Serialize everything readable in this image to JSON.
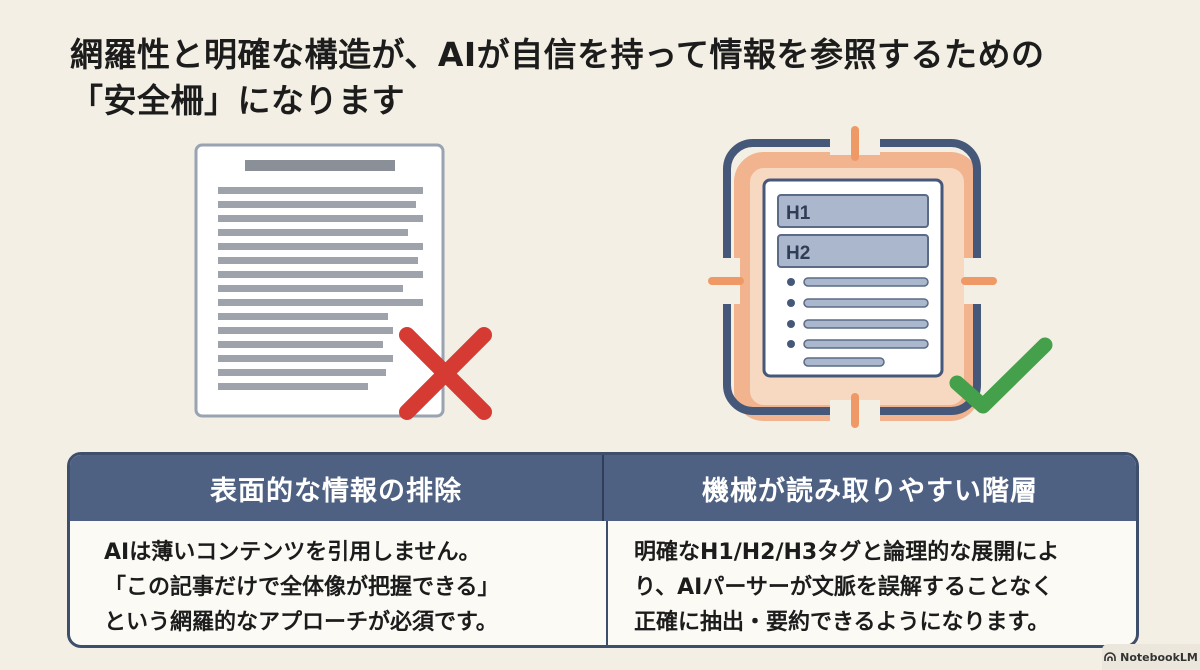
{
  "title": {
    "line1": "網羅性と明確な構造が、AIが自信を持って情報を参照するための",
    "line2": "「安全柵」になります"
  },
  "illustration": {
    "headings": [
      "H1",
      "H2"
    ],
    "colors": {
      "bad_mark": "#d63b33",
      "good_mark": "#45a04b",
      "frame": "#46587a",
      "glow": "#f6b48d",
      "heading_bar": "#aab7cc"
    }
  },
  "table": {
    "columns": [
      {
        "header": "表面的な情報の排除",
        "lines": [
          "AIは薄いコンテンツを引用しません。",
          "「この記事だけで全体像が把握できる」",
          "という網羅的なアプローチが必須です。"
        ]
      },
      {
        "header": "機械が読み取りやすい階層",
        "lines": [
          "明確なH1/H2/H3タグと論理的な展開によ",
          "り、AIパーサーが文脈を誤解することなく",
          "正確に抽出・要約できるようになります。"
        ]
      }
    ]
  },
  "watermark": {
    "label": "NotebookLM"
  }
}
